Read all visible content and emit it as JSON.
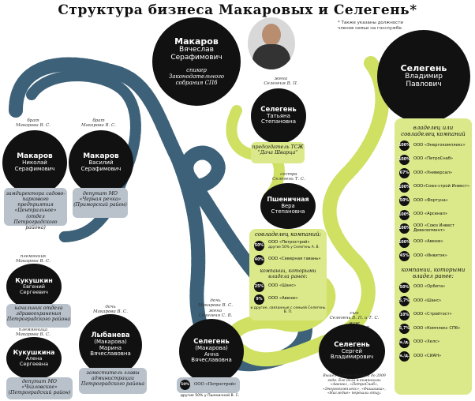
{
  "header": {
    "title": "Структура бизнеса Макаровых и Селегень*",
    "footnote": "* Также указаны должности членов семьи на госслужбе."
  },
  "people": {
    "makarov_vs": {
      "surname": "Макаров",
      "first": "Вячеслав",
      "patronymic": "Серафимович",
      "role": "спикер Законодательного собрания СПб"
    },
    "makarov_ns": {
      "tag1": "брат",
      "tag2": "Макарова В. С.",
      "surname": "Макаров",
      "first": "Николай",
      "patronymic": "Серафимович",
      "role": "замдиректора садово-паркового предприятия «Центральное»",
      "role2": "(отдел Петроградского района)"
    },
    "makarov_vser": {
      "tag1": "брат",
      "tag2": "Макарова В. С.",
      "surname": "Макаров",
      "first": "Василий",
      "patronymic": "Серафимович",
      "role": "депутат МО «Черная речка»",
      "role2": "(Приморский район)"
    },
    "selegen_ts": {
      "tag1": "жена",
      "tag2": "Селегеня В. П.",
      "surname": "Селегень",
      "first": "Татьяна",
      "patronymic": "Степановна",
      "role": "председатель ТСЖ \"Дача Шварца\""
    },
    "selegen_vp": {
      "surname": "Селегень",
      "first": "Владимир",
      "patronymic": "Павлович"
    },
    "pshenichnaya": {
      "tag1": "сестра",
      "tag2": "Селегень Т. С.",
      "surname": "Пшеничная",
      "first": "Вера",
      "patronymic": "Степановна"
    },
    "kukushkin_es": {
      "tag1": "племянник",
      "tag2": "Макарова В. С.",
      "surname": "Кукушкин",
      "first": "Евгений",
      "patronymic": "Сергеевич",
      "role": "начальник отдела здравоохранения Петроградского района"
    },
    "kukushkina_as": {
      "tag1": "племянница",
      "tag2": "Макарова В. С.",
      "surname": "Кукушкина",
      "first": "Алена",
      "patronymic": "Сергеевна",
      "role": "депутат МО «Чкаловское»",
      "role2": "(Петроградский район)"
    },
    "lybaneva": {
      "tag1": "дочь",
      "tag2": "Макарова В. С.",
      "surname": "Лыбанева",
      "first": "(Макарова)",
      "patronymic": "Марина",
      "patronymic2": "Вячеславовна",
      "role": "заместитель главы администрации Петроградского района"
    },
    "selegen_av": {
      "tag1": "дочь",
      "tag2": "Макарова В. С.",
      "tag3": "жена",
      "tag4": "Селегеня С. В.",
      "surname": "Селегень",
      "first": "(Макарова)",
      "patronymic": "Анна",
      "patronymic2": "Вячеславовна",
      "stake_pct": "50%",
      "stake_company": "ООО «Петрострой»",
      "stake_note": "другие 50% у Пшеничной В. С."
    },
    "selegen_sv": {
      "tag1": "сын",
      "tag2": "Селегень В. П. и Т. С.",
      "tag3": "муж",
      "tag4": "Селегень А. В.",
      "surname": "Селегень",
      "first": "Сергей",
      "patronymic": "Владимирович",
      "note": "Вышел из всего бизнеса до 2009 года. Его доли в компаниях «Авеню», «ПетроСнаб», «Энергокомплекс», «Фишашка», «Наследие» перешли отцу."
    }
  },
  "pshenichnaya_panel": {
    "title": "совладелец компаний:",
    "current": [
      {
        "pct": "50%",
        "name": "ООО «Петрострой»",
        "note": "другие 50% у Селегень А. В."
      },
      {
        "pct": "40%",
        "name": "ООО «Северная гавань»",
        "note": ""
      }
    ],
    "former_title": "компании, которыми владела ранее:",
    "former": [
      {
        "pct": "25%",
        "name": "ООО «Шанс»"
      },
      {
        "pct": "9%",
        "name": "ООО «Авеню»"
      }
    ],
    "footer": "и другие, связанные с семьей Селегень В. П."
  },
  "selegen_panel": {
    "title": "владелец или совладелец компаний",
    "current": [
      {
        "pct": "100%",
        "name": "ООО «Энергокомплекс»"
      },
      {
        "pct": "100%",
        "name": "ООО «ПетроСнаб»"
      },
      {
        "pct": "67%",
        "name": "ООО «Универсал»"
      },
      {
        "pct": "100%",
        "name": "ООО«Союз-строй Инвест»"
      },
      {
        "pct": "50%",
        "name": "ООО «Фортуна»"
      },
      {
        "pct": "100%",
        "name": "ООО «Арсенал»"
      },
      {
        "pct": "100%",
        "name": "ООО «Союз Инвест Девелопмент»"
      },
      {
        "pct": "100%",
        "name": "ООО «Авеню»"
      },
      {
        "pct": "45%",
        "name": "ООО «Инвитэк»"
      }
    ],
    "former_title": "компании, которыми владел ранее:",
    "former": [
      {
        "pct": "50%",
        "name": "ООО «Орбита»"
      },
      {
        "pct": "5,7%",
        "name": "ООО «Шанс»"
      },
      {
        "pct": "10%",
        "name": "ООО «Стройтост»"
      },
      {
        "pct": "5,7%",
        "name": "ООО «Комплекс СПб»"
      },
      {
        "pct": "н./д.",
        "name": "ООО «Хелс»"
      },
      {
        "pct": "н./д.",
        "name": "ООО «СИАН»"
      }
    ]
  },
  "colors": {
    "rope_blue": "#3d6178",
    "rope_lime": "#cfe063",
    "box_gray": "#b9c2cb",
    "box_lime": "#dbe98a"
  }
}
